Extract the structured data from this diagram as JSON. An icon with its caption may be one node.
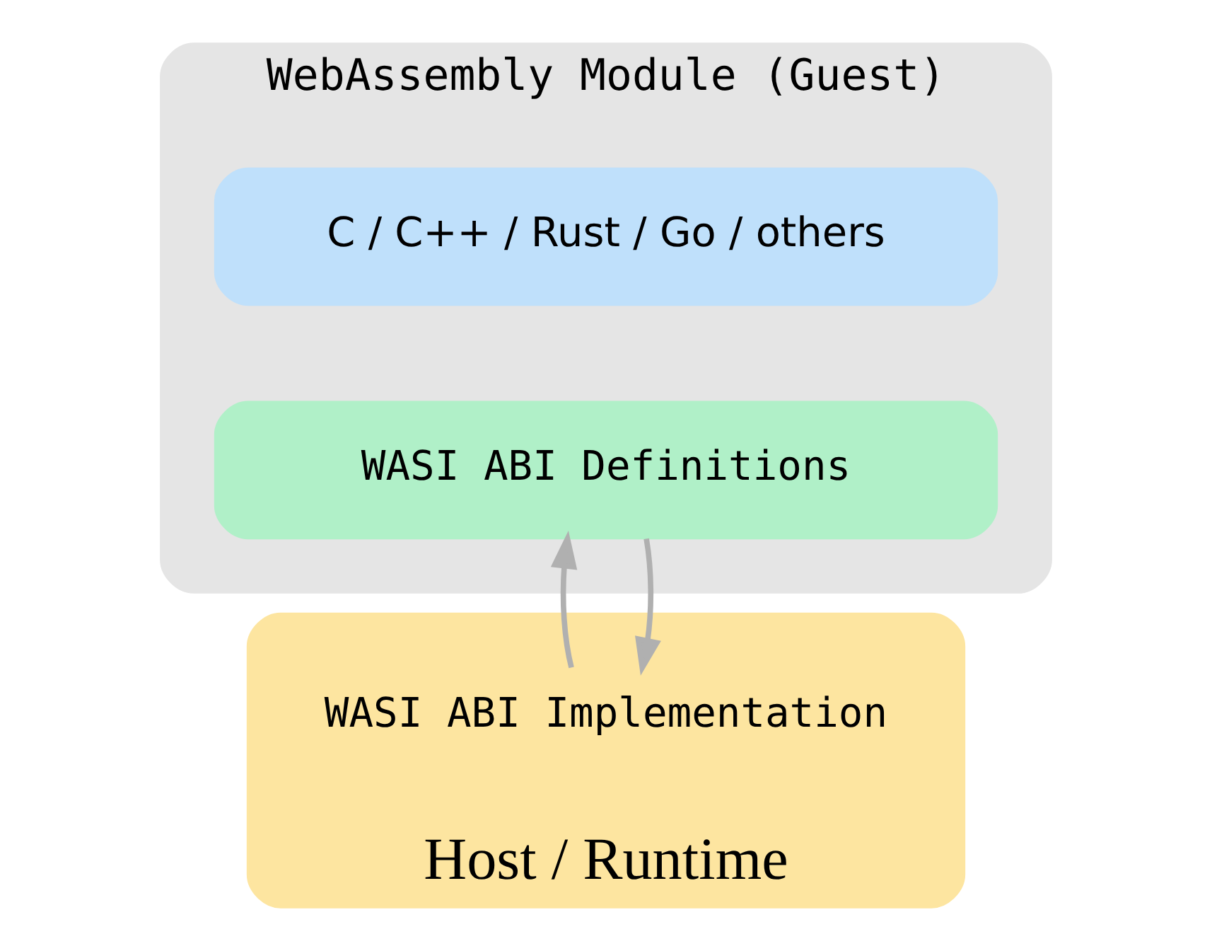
{
  "diagram": {
    "nodes": [
      {
        "text": [
          "WebAssembly Module (Guest)"
        ]
      },
      {
        "text": [
          "C / C++ / Rust / Go / others"
        ],
        "in": 0
      },
      {
        "text": [
          "WASI ABI Definitions"
        ],
        "in": 0
      },
      {
        "text": [
          "Host / Runtime"
        ]
      },
      {
        "text": [
          "WASI ABI Implementation"
        ],
        "in": 3
      }
    ],
    "edges": [
      {
        "from": 2,
        "to": 4,
        "arrow": "to"
      },
      {
        "from": 4,
        "to": 2,
        "arrow": "to"
      }
    ]
  }
}
